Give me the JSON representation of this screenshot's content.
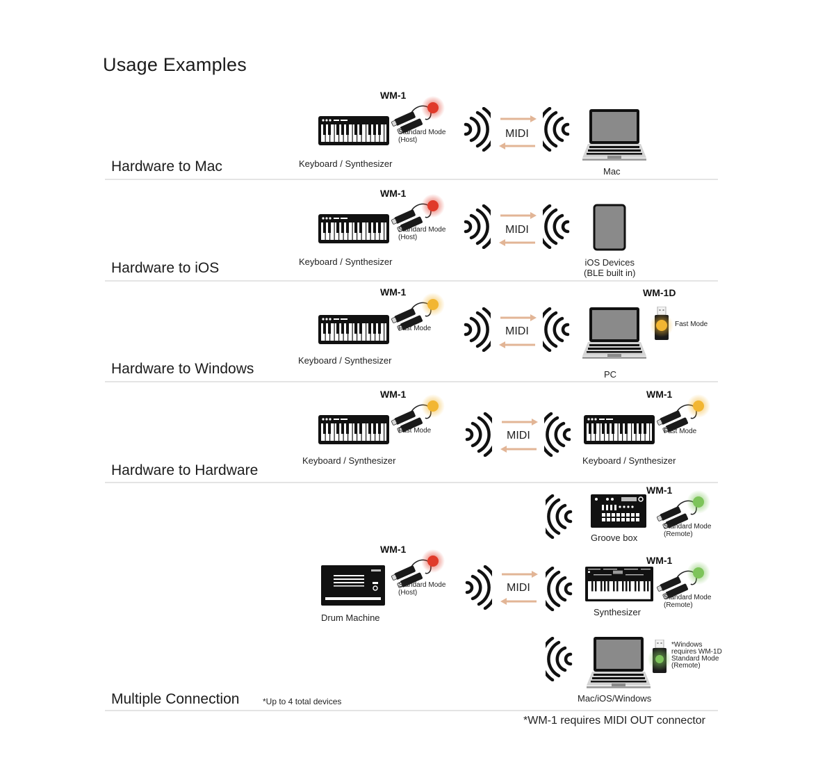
{
  "title": "Usage Examples",
  "colors": {
    "led_red": "#e03a2a",
    "led_yellow": "#f2b632",
    "led_green": "#7dc45a",
    "arrow": "#e2b596",
    "screen_gray": "#8a8a8a",
    "divider": "#e4e4e4"
  },
  "common": {
    "wm1": "WM-1",
    "wm1d": "WM-1D",
    "midi": "MIDI",
    "keyboard": "Keyboard / Synthesizer",
    "standard_mode": "Standard Mode",
    "host": "(Host)",
    "remote": "(Remote)",
    "fast_mode": "Fast Mode"
  },
  "rows": [
    {
      "label": "Hardware to Mac",
      "target": "Mac",
      "led": "red"
    },
    {
      "label": "Hardware to iOS",
      "target_line1": "iOS Devices",
      "target_line2": "(BLE built in)",
      "led": "red"
    },
    {
      "label": "Hardware to Windows",
      "target": "PC",
      "led": "yellow",
      "adapter_led": "yellow"
    },
    {
      "label": "Hardware to Hardware",
      "target": "Keyboard / Synthesizer",
      "led": "yellow",
      "target_led": "yellow"
    },
    {
      "label": "Multiple Connection",
      "sublabel": "*Up to 4 total devices",
      "source": "Drum  Machine",
      "led": "red",
      "targets": [
        {
          "name": "Groove box",
          "led": "green"
        },
        {
          "name": "Synthesizer",
          "led": "green"
        },
        {
          "name": "Mac/iOS/Windows",
          "led": "green",
          "note_lines": [
            "*Windows",
            "requires WM-1D",
            "Standard Mode",
            "(Remote)"
          ]
        }
      ]
    }
  ],
  "footnote": "*WM-1 requires MIDI OUT connector"
}
